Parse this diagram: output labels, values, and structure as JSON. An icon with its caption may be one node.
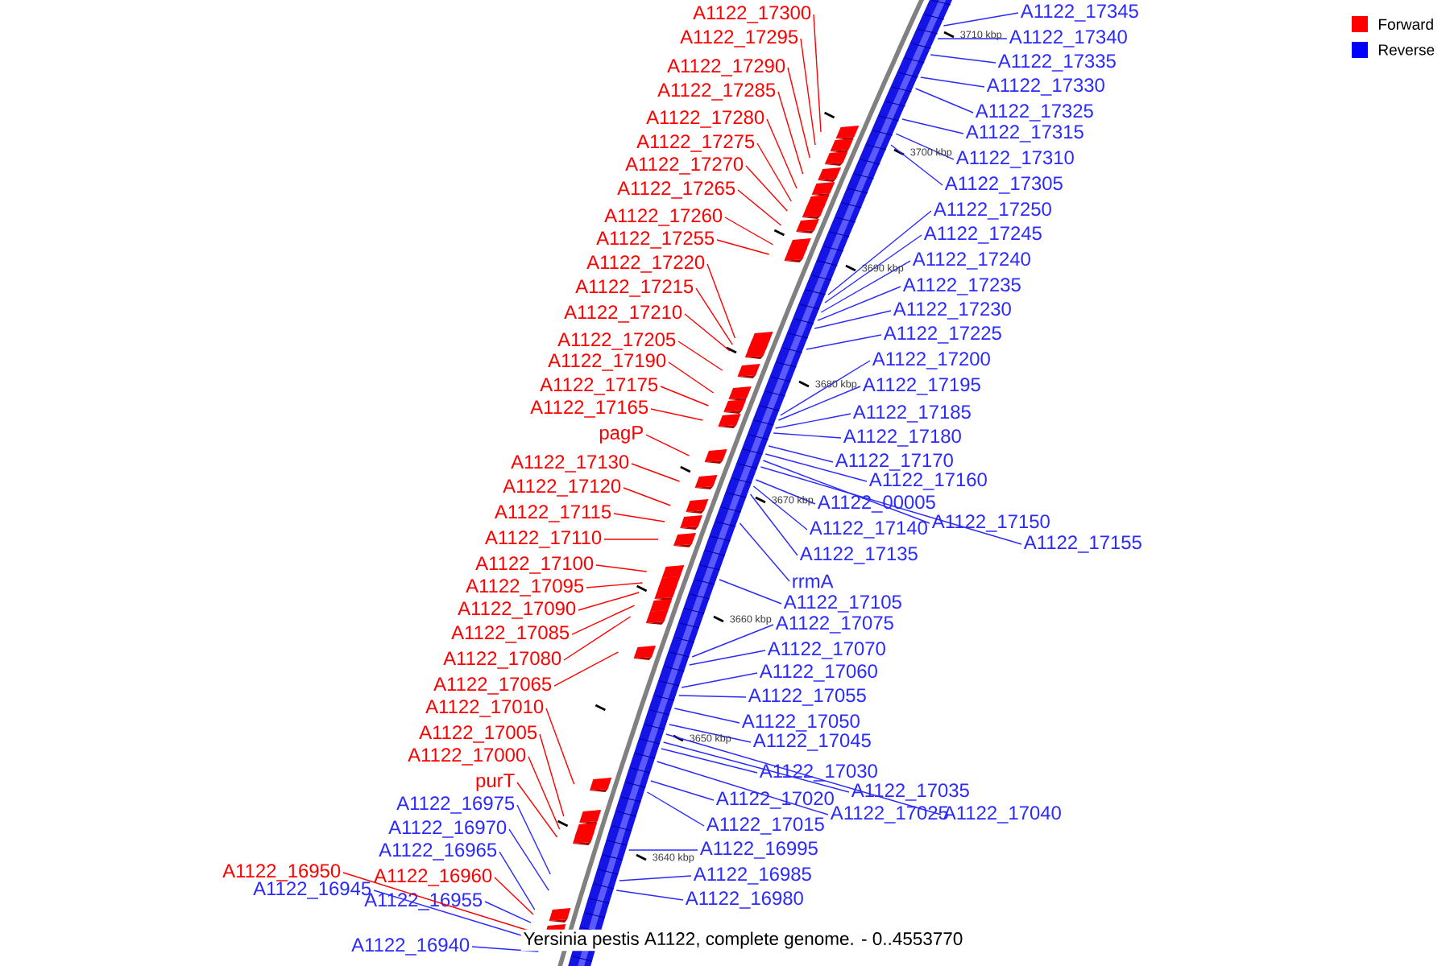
{
  "diagram": {
    "caption": "Yersinia pestis A1122, complete genome. - 0..4553770",
    "nodes": [
      {
        "text": [
          "A1122_17300"
        ]
      },
      {
        "text": [
          "A1122_17295"
        ]
      },
      {
        "text": [
          "A1122_17290"
        ]
      },
      {
        "text": [
          "A1122_17285"
        ]
      },
      {
        "text": [
          "A1122_17280"
        ]
      },
      {
        "text": [
          "A1122_17275"
        ]
      },
      {
        "text": [
          "A1122_17270"
        ]
      },
      {
        "text": [
          "A1122_17265"
        ]
      },
      {
        "text": [
          "A1122_17260"
        ]
      },
      {
        "text": [
          "A1122_17255"
        ]
      },
      {
        "text": [
          "A1122_17220"
        ]
      },
      {
        "text": [
          "A1122_17215"
        ]
      },
      {
        "text": [
          "A1122_17210"
        ]
      },
      {
        "text": [
          "A1122_17205"
        ]
      },
      {
        "text": [
          "A1122_17190"
        ]
      },
      {
        "text": [
          "A1122_17175"
        ]
      },
      {
        "text": [
          "A1122_17165"
        ]
      },
      {
        "text": [
          "pagP"
        ]
      },
      {
        "text": [
          "A1122_17130"
        ]
      },
      {
        "text": [
          "A1122_17120"
        ]
      },
      {
        "text": [
          "A1122_17115"
        ]
      },
      {
        "text": [
          "A1122_17110"
        ]
      },
      {
        "text": [
          "A1122_17100"
        ]
      },
      {
        "text": [
          "A1122_17095"
        ]
      },
      {
        "text": [
          "A1122_17090"
        ]
      },
      {
        "text": [
          "A1122_17085"
        ]
      },
      {
        "text": [
          "A1122_17080"
        ]
      },
      {
        "text": [
          "A1122_17065"
        ]
      },
      {
        "text": [
          "A1122_17010"
        ]
      },
      {
        "text": [
          "A1122_17005"
        ]
      },
      {
        "text": [
          "A1122_17000"
        ]
      },
      {
        "text": [
          "purT"
        ]
      },
      {
        "text": [
          "A1122_16950"
        ]
      },
      {
        "text": [
          "A1122_16960"
        ]
      },
      {
        "text": [
          "A1122_17345"
        ]
      },
      {
        "text": [
          "A1122_17340"
        ]
      },
      {
        "text": [
          "A1122_17335"
        ]
      },
      {
        "text": [
          "A1122_17330"
        ]
      },
      {
        "text": [
          "A1122_17325"
        ]
      },
      {
        "text": [
          "A1122_17315"
        ]
      },
      {
        "text": [
          "A1122_17310"
        ]
      },
      {
        "text": [
          "A1122_17305"
        ]
      },
      {
        "text": [
          "A1122_17250"
        ]
      },
      {
        "text": [
          "A1122_17245"
        ]
      },
      {
        "text": [
          "A1122_17240"
        ]
      },
      {
        "text": [
          "A1122_17235"
        ]
      },
      {
        "text": [
          "A1122_17230"
        ]
      },
      {
        "text": [
          "A1122_17225"
        ]
      },
      {
        "text": [
          "A1122_17200"
        ]
      },
      {
        "text": [
          "A1122_17195"
        ]
      },
      {
        "text": [
          "A1122_17185"
        ]
      },
      {
        "text": [
          "A1122_17180"
        ]
      },
      {
        "text": [
          "A1122_17170"
        ]
      },
      {
        "text": [
          "A1122_17160"
        ]
      },
      {
        "text": [
          "A1122_17150"
        ]
      },
      {
        "text": [
          "A1122_17155"
        ]
      },
      {
        "text": [
          "A1122_00005"
        ]
      },
      {
        "text": [
          "A1122_17140"
        ]
      },
      {
        "text": [
          "A1122_17135"
        ]
      },
      {
        "text": [
          "rrmA"
        ]
      },
      {
        "text": [
          "A1122_17105"
        ]
      },
      {
        "text": [
          "A1122_17075"
        ]
      },
      {
        "text": [
          "A1122_17070"
        ]
      },
      {
        "text": [
          "A1122_17060"
        ]
      },
      {
        "text": [
          "A1122_17055"
        ]
      },
      {
        "text": [
          "A1122_17050"
        ]
      },
      {
        "text": [
          "A1122_17045"
        ]
      },
      {
        "text": [
          "A1122_17030"
        ]
      },
      {
        "text": [
          "A1122_17035"
        ]
      },
      {
        "text": [
          "A1122_17025"
        ]
      },
      {
        "text": [
          "A1122_17040"
        ]
      },
      {
        "text": [
          "A1122_17020"
        ]
      },
      {
        "text": [
          "A1122_17015"
        ]
      },
      {
        "text": [
          "A1122_16995"
        ]
      },
      {
        "text": [
          "A1122_16985"
        ]
      },
      {
        "text": [
          "A1122_16980"
        ]
      },
      {
        "text": [
          "A1122_16975"
        ]
      },
      {
        "text": [
          "A1122_16970"
        ]
      },
      {
        "text": [
          "A1122_16965"
        ]
      },
      {
        "text": [
          "A1122_16945"
        ]
      },
      {
        "text": [
          "A1122_16955"
        ]
      },
      {
        "text": [
          "A1122_16940"
        ]
      }
    ],
    "edges": [
      {
        "from": 0,
        "to": null,
        "arrow": "none",
        "color": "#ff0000"
      },
      {
        "from": 1,
        "to": null,
        "arrow": "none",
        "color": "#ff0000"
      },
      {
        "from": 2,
        "to": null,
        "arrow": "none",
        "color": "#ff0000"
      },
      {
        "from": 3,
        "to": null,
        "arrow": "none",
        "color": "#ff0000"
      },
      {
        "from": 4,
        "to": null,
        "arrow": "none",
        "color": "#ff0000"
      },
      {
        "from": 5,
        "to": null,
        "arrow": "none",
        "color": "#ff0000"
      },
      {
        "from": 6,
        "to": null,
        "arrow": "none",
        "color": "#ff0000"
      },
      {
        "from": 7,
        "to": null,
        "arrow": "none",
        "color": "#ff0000"
      },
      {
        "from": 8,
        "to": null,
        "arrow": "none",
        "color": "#ff0000"
      },
      {
        "from": 9,
        "to": null,
        "arrow": "none",
        "color": "#ff0000"
      },
      {
        "from": 10,
        "to": null,
        "arrow": "none",
        "color": "#ff0000"
      },
      {
        "from": 11,
        "to": null,
        "arrow": "none",
        "color": "#ff0000"
      },
      {
        "from": 12,
        "to": null,
        "arrow": "none",
        "color": "#ff0000"
      },
      {
        "from": 13,
        "to": null,
        "arrow": "none",
        "color": "#ff0000"
      },
      {
        "from": 14,
        "to": null,
        "arrow": "none",
        "color": "#ff0000"
      },
      {
        "from": 15,
        "to": null,
        "arrow": "none",
        "color": "#ff0000"
      },
      {
        "from": 16,
        "to": null,
        "arrow": "none",
        "color": "#ff0000"
      },
      {
        "from": 17,
        "to": null,
        "arrow": "none",
        "color": "#ff0000"
      },
      {
        "from": 18,
        "to": null,
        "arrow": "none",
        "color": "#ff0000"
      },
      {
        "from": 19,
        "to": null,
        "arrow": "none",
        "color": "#ff0000"
      },
      {
        "from": 20,
        "to": null,
        "arrow": "none",
        "color": "#ff0000"
      },
      {
        "from": 21,
        "to": null,
        "arrow": "none",
        "color": "#ff0000"
      },
      {
        "from": 22,
        "to": null,
        "arrow": "none",
        "color": "#ff0000"
      },
      {
        "from": 23,
        "to": null,
        "arrow": "none",
        "color": "#ff0000"
      },
      {
        "from": 24,
        "to": null,
        "arrow": "none",
        "color": "#ff0000"
      },
      {
        "from": 25,
        "to": null,
        "arrow": "none",
        "color": "#ff0000"
      },
      {
        "from": 26,
        "to": null,
        "arrow": "none",
        "color": "#ff0000"
      },
      {
        "from": 27,
        "to": null,
        "arrow": "none",
        "color": "#ff0000"
      },
      {
        "from": 28,
        "to": null,
        "arrow": "none",
        "color": "#ff0000"
      },
      {
        "from": 29,
        "to": null,
        "arrow": "none",
        "color": "#ff0000"
      },
      {
        "from": 30,
        "to": null,
        "arrow": "none",
        "color": "#ff0000"
      },
      {
        "from": 31,
        "to": null,
        "arrow": "none",
        "color": "#ff0000"
      },
      {
        "from": 32,
        "to": null,
        "arrow": "none",
        "color": "#ff0000"
      },
      {
        "from": 33,
        "to": null,
        "arrow": "none",
        "color": "#ff0000"
      },
      {
        "from": 34,
        "to": null,
        "arrow": "none"
      },
      {
        "from": 35,
        "to": null,
        "arrow": "none"
      },
      {
        "from": 36,
        "to": null,
        "arrow": "none"
      },
      {
        "from": 37,
        "to": null,
        "arrow": "none"
      },
      {
        "from": 38,
        "to": null,
        "arrow": "none"
      },
      {
        "from": 39,
        "to": null,
        "arrow": "none"
      },
      {
        "from": 40,
        "to": null,
        "arrow": "none"
      },
      {
        "from": 41,
        "to": null,
        "arrow": "none"
      },
      {
        "from": 42,
        "to": null,
        "arrow": "none"
      },
      {
        "from": 43,
        "to": null,
        "arrow": "none"
      },
      {
        "from": 44,
        "to": null,
        "arrow": "none"
      },
      {
        "from": 45,
        "to": null,
        "arrow": "none"
      },
      {
        "from": 46,
        "to": null,
        "arrow": "none"
      },
      {
        "from": 47,
        "to": null,
        "arrow": "none"
      },
      {
        "from": 48,
        "to": null,
        "arrow": "none"
      },
      {
        "from": 49,
        "to": null,
        "arrow": "none"
      },
      {
        "from": 50,
        "to": null,
        "arrow": "none"
      },
      {
        "from": 51,
        "to": null,
        "arrow": "none"
      },
      {
        "from": 52,
        "to": null,
        "arrow": "none"
      },
      {
        "from": 53,
        "to": null,
        "arrow": "none"
      },
      {
        "from": 54,
        "to": null,
        "arrow": "none"
      },
      {
        "from": 55,
        "to": null,
        "arrow": "none"
      },
      {
        "from": 56,
        "to": null,
        "arrow": "none"
      },
      {
        "from": 57,
        "to": null,
        "arrow": "none"
      },
      {
        "from": 58,
        "to": null,
        "arrow": "none"
      },
      {
        "from": 59,
        "to": null,
        "arrow": "none"
      },
      {
        "from": 60,
        "to": null,
        "arrow": "none"
      },
      {
        "from": 61,
        "to": null,
        "arrow": "none"
      },
      {
        "from": 62,
        "to": null,
        "arrow": "none"
      },
      {
        "from": 63,
        "to": null,
        "arrow": "none"
      },
      {
        "from": 64,
        "to": null,
        "arrow": "none"
      },
      {
        "from": 65,
        "to": null,
        "arrow": "none"
      },
      {
        "from": 66,
        "to": null,
        "arrow": "none"
      },
      {
        "from": 67,
        "to": null,
        "arrow": "none"
      },
      {
        "from": 68,
        "to": null,
        "arrow": "none"
      },
      {
        "from": 69,
        "to": null,
        "arrow": "none"
      },
      {
        "from": 70,
        "to": null,
        "arrow": "none"
      },
      {
        "from": 71,
        "to": null,
        "arrow": "none"
      },
      {
        "from": 72,
        "to": null,
        "arrow": "none"
      },
      {
        "from": 73,
        "to": null,
        "arrow": "none"
      },
      {
        "from": 74,
        "to": null,
        "arrow": "none"
      },
      {
        "from": 75,
        "to": null,
        "arrow": "none"
      },
      {
        "from": 76,
        "to": null,
        "arrow": "none"
      },
      {
        "from": 77,
        "to": null,
        "arrow": "none"
      },
      {
        "from": 78,
        "to": null,
        "arrow": "none"
      },
      {
        "from": 79,
        "to": null,
        "arrow": "none"
      },
      {
        "from": 80,
        "to": null,
        "arrow": "none"
      },
      {
        "from": 81,
        "to": null,
        "arrow": "none"
      }
    ],
    "labels": [
      "3710 kbp",
      "3700 kbp",
      "3690 kbp",
      "3680 kbp",
      "3670 kbp",
      "3660 kbp",
      "3650 kbp",
      "3640 kbp"
    ],
    "legend": [
      {
        "text": "Forward",
        "color": "#ff0000"
      },
      {
        "text": "Reverse",
        "color": "#0000ff"
      }
    ]
  }
}
